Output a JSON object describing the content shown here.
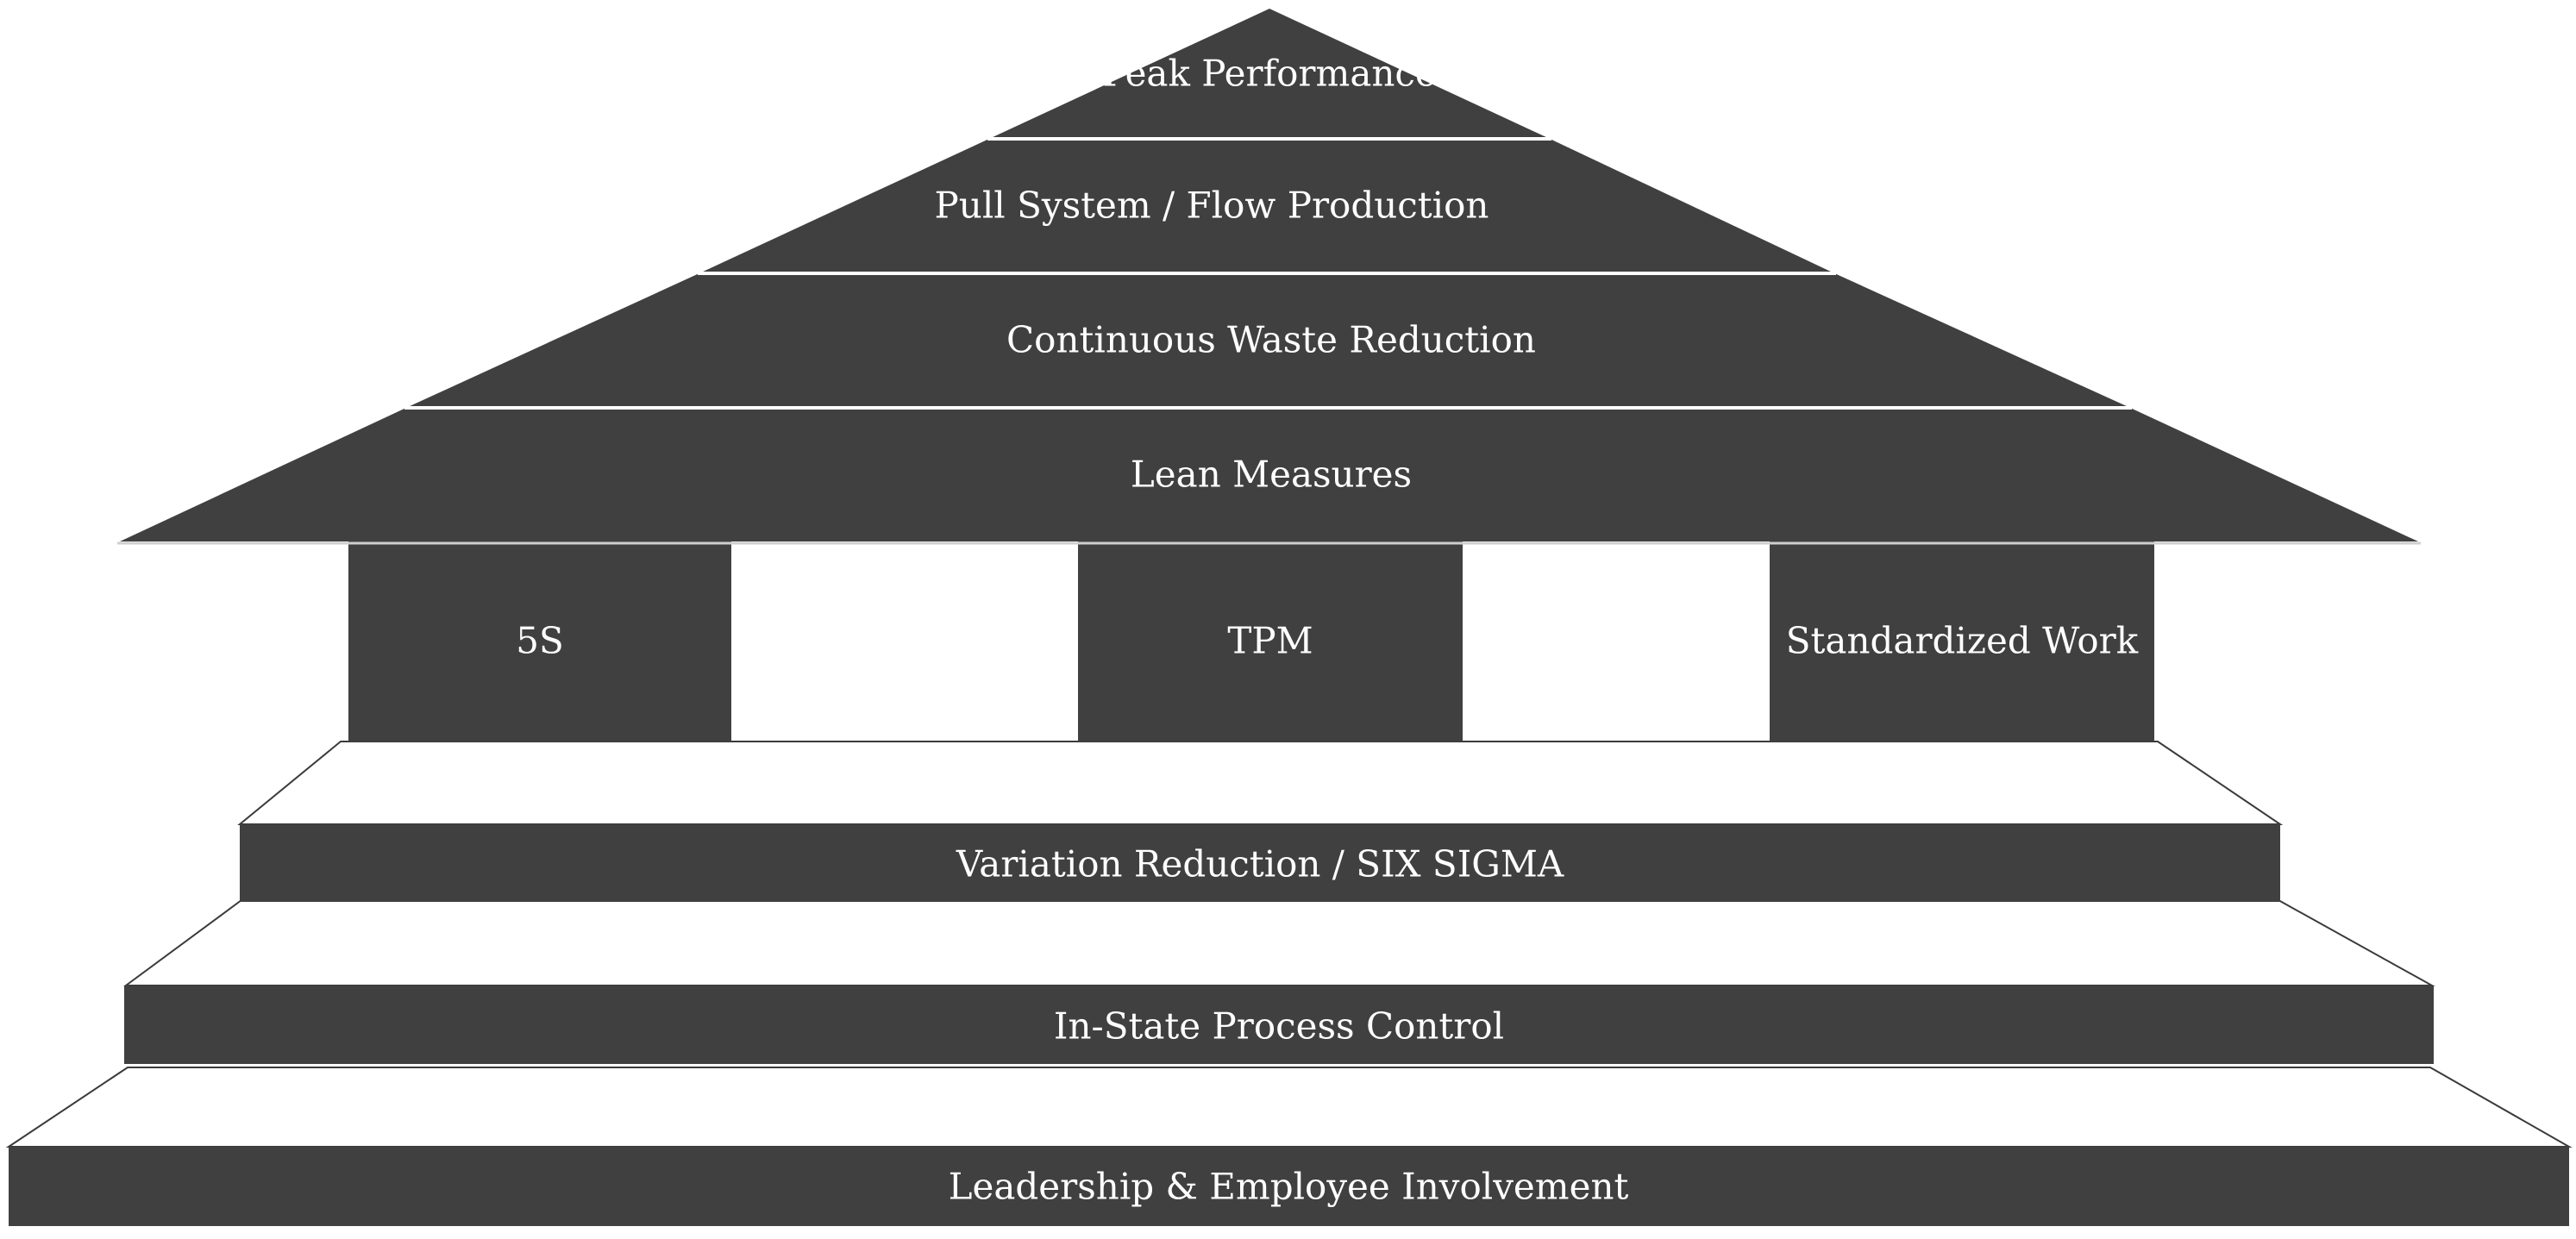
{
  "diagram": {
    "roof": {
      "tiers": [
        "Peak Performance",
        "Pull System / Flow Production",
        "Continuous Waste Reduction",
        "Lean Measures"
      ]
    },
    "pillars": [
      "5S",
      "TPM",
      "Standardized Work"
    ],
    "foundation": {
      "steps": [
        "Variation Reduction / SIX SIGMA",
        "In-State Process Control",
        "Leadership & Employee Involvement"
      ]
    },
    "colors": {
      "fill": "#404040",
      "text": "#ffffff",
      "separator": "#ffffff",
      "outline": "#3a3a3a",
      "background": "#ffffff"
    }
  }
}
